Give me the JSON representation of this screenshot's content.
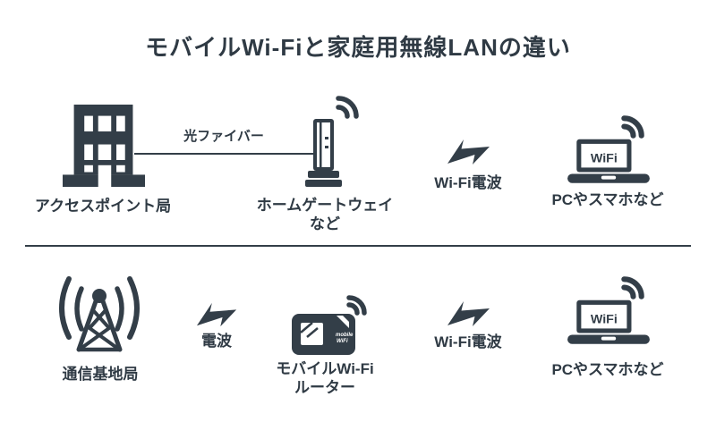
{
  "title": "モバイルWi-Fiと家庭用無線LANの違い",
  "colors": {
    "ink": "#333e48",
    "text": "#2f3a44",
    "background": "#ffffff"
  },
  "icons": {
    "building-icon": "office building (access point station)",
    "fiber-line": "horizontal cable line",
    "home-gateway-icon": "standing gateway unit with wifi arcs",
    "lightning-icon": "radio-wave flash bolt",
    "laptop-icon": "laptop with WiFi on screen and wifi arcs",
    "broadcast-tower-icon": "lattice antenna tower with radio arcs",
    "mobile-router-icon": "pocket wifi router with wifi arcs"
  },
  "top_row": {
    "access_point_label": "アクセスポイント局",
    "fiber_label": "光ファイバー",
    "gateway_label_line1": "ホームゲートウェイ",
    "gateway_label_line2": "など",
    "wifi_wave_label": "Wi-Fi電波",
    "devices_label": "PCやスマホなど",
    "laptop_screen_text": "WiFi"
  },
  "bottom_row": {
    "base_station_label": "通信基地局",
    "radio_wave_label": "電波",
    "router_label_line1": "モバイルWi-Fi",
    "router_label_line2": "ルーター",
    "router_device_text_line1": "mobile",
    "router_device_text_line2": "WiFi",
    "wifi_wave_label": "Wi-Fi電波",
    "devices_label": "PCやスマホなど",
    "laptop_screen_text": "WiFi"
  }
}
